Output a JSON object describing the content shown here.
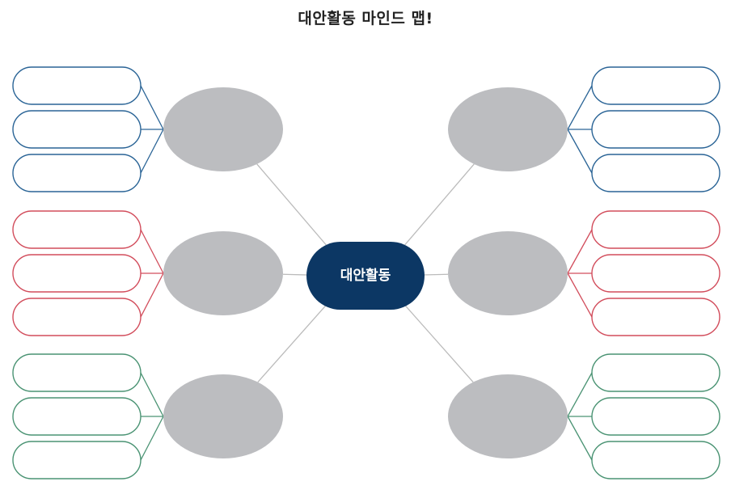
{
  "title": "대안활동 마인드 맵!",
  "center": {
    "label": "대안활동"
  },
  "colors": {
    "center_fill": "#0c3764",
    "ellipse_fill": "#bcbdc0",
    "connector": "#bbbbbb",
    "row_top": "#2a6496",
    "row_middle": "#d24d5c",
    "row_bottom": "#4a9373"
  },
  "branches": [
    {
      "id": "left-top",
      "color_key": "row_top",
      "label": "",
      "leaves": [
        "",
        "",
        ""
      ]
    },
    {
      "id": "left-middle",
      "color_key": "row_middle",
      "label": "",
      "leaves": [
        "",
        "",
        ""
      ]
    },
    {
      "id": "left-bottom",
      "color_key": "row_bottom",
      "label": "",
      "leaves": [
        "",
        "",
        ""
      ]
    },
    {
      "id": "right-top",
      "color_key": "row_top",
      "label": "",
      "leaves": [
        "",
        "",
        ""
      ]
    },
    {
      "id": "right-middle",
      "color_key": "row_middle",
      "label": "",
      "leaves": [
        "",
        "",
        ""
      ]
    },
    {
      "id": "right-bottom",
      "color_key": "row_bottom",
      "label": "",
      "leaves": [
        "",
        "",
        ""
      ]
    }
  ]
}
